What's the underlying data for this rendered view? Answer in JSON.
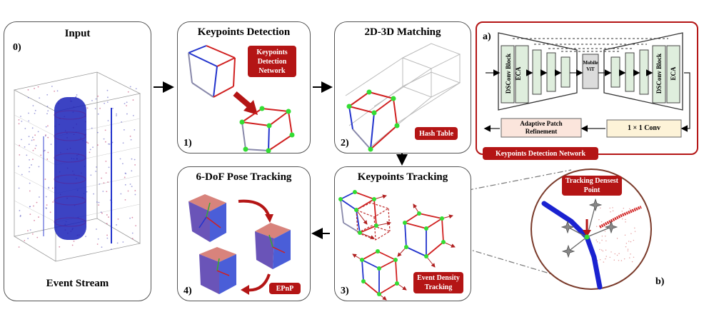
{
  "panels": {
    "input": {
      "title": "Input",
      "number": "0)",
      "footer": "Event Stream"
    },
    "detection": {
      "title": "Keypoints Detection",
      "number": "1)",
      "tag": "Keypoints Detection Network"
    },
    "matching": {
      "title": "2D-3D Matching",
      "number": "2)",
      "tag": "Hash Table"
    },
    "tracking": {
      "title": "Keypoints Tracking",
      "number": "3)",
      "tag": "Event Density Tracking"
    },
    "pose": {
      "title": "6-DoF Pose Tracking",
      "number": "4)",
      "tag": "EPnP"
    }
  },
  "network": {
    "label": "a)",
    "block_left": "DSConv Block",
    "eca_left": "ECA",
    "mobile_vit": "Mobile ViT",
    "block_right": "DSConv Block",
    "eca_right": "ECA",
    "conv": "1 × 1 Conv",
    "refine": "Adaptive Patch Refinement",
    "caption": "Keypoints Detection Network"
  },
  "zoom": {
    "label": "b)",
    "tag": "Tracking Densest Point"
  },
  "colors": {
    "accent_red": "#b41515",
    "cube_blue": "#2233cc",
    "cube_red": "#d02020",
    "keypoint_green": "#33dd33",
    "block_green": "#dfeedd",
    "conv_fill": "#fdf3d8",
    "refine_fill": "#fbe5dc"
  }
}
